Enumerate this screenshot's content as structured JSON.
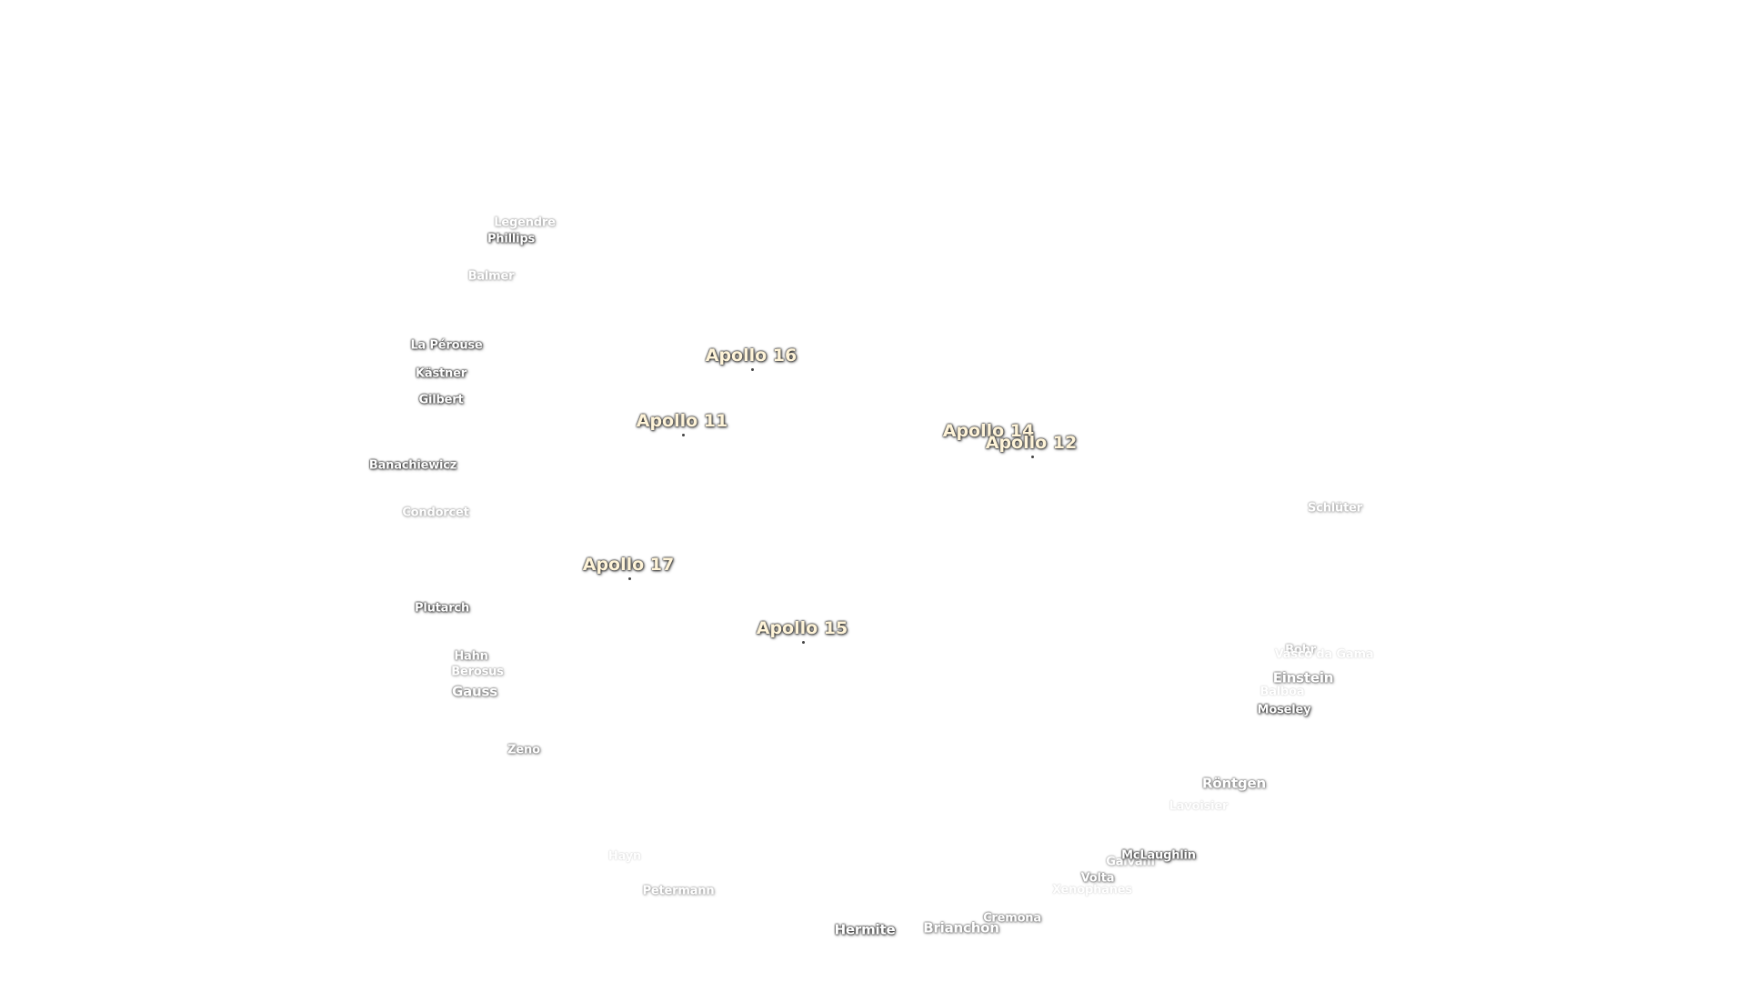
{
  "map": {
    "apollo_sites": [
      {
        "name": "Apollo 16"
      },
      {
        "name": "Apollo 11"
      },
      {
        "name": "Apollo 14"
      },
      {
        "name": "Apollo 12"
      },
      {
        "name": "Apollo 17"
      },
      {
        "name": "Apollo 15"
      }
    ],
    "craters": [
      {
        "name": "Legendre"
      },
      {
        "name": "Phillips"
      },
      {
        "name": "Balmer"
      },
      {
        "name": "La Pérouse"
      },
      {
        "name": "Kästner"
      },
      {
        "name": "Gilbert"
      },
      {
        "name": "Banachiewicz"
      },
      {
        "name": "Condorcet"
      },
      {
        "name": "Plutarch"
      },
      {
        "name": "Hahn"
      },
      {
        "name": "Berosus"
      },
      {
        "name": "Gauss"
      },
      {
        "name": "Zeno"
      },
      {
        "name": "Hayn"
      },
      {
        "name": "Petermann"
      },
      {
        "name": "Hermite"
      },
      {
        "name": "Brianchon"
      },
      {
        "name": "Cremona"
      },
      {
        "name": "Xenophanes"
      },
      {
        "name": "Volta"
      },
      {
        "name": "Galvani"
      },
      {
        "name": "McLaughlin"
      },
      {
        "name": "Lavoisier"
      },
      {
        "name": "Röntgen"
      },
      {
        "name": "Moseley"
      },
      {
        "name": "Balboa"
      },
      {
        "name": "Einstein"
      },
      {
        "name": "Bohr"
      },
      {
        "name": "Vasco da Gama"
      },
      {
        "name": "Schlüter"
      }
    ]
  }
}
